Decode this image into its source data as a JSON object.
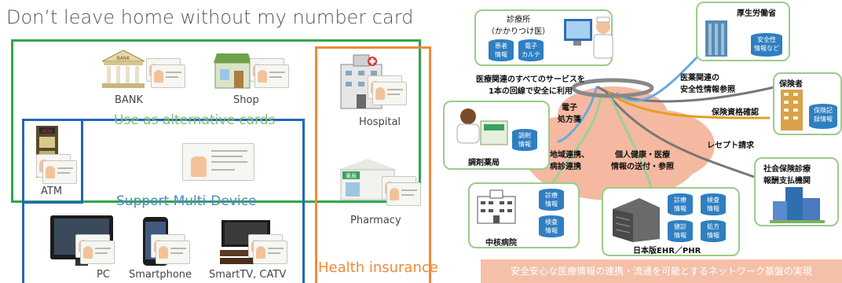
{
  "left_panel": {
    "title": "Don’t leave home without my number card",
    "places": {
      "bank": "BANK",
      "shop": "Shop",
      "hospital": "Hospital",
      "atm": "ATM",
      "pharmacy": "Pharmacy",
      "pc": "PC",
      "smartphone": "Smartphone",
      "smarttv": "SmartTV, CATV"
    },
    "groups": {
      "alternative_cards": "Use as alternative cards",
      "multi_device": "Support Multi-Device",
      "health_insurance": "Health insurance"
    },
    "small_text": {
      "bank_sign": "BANK",
      "atm_sign": "ATM",
      "pharmacy_sign": "薬局"
    },
    "colors": {
      "green": "#2fa84a",
      "blue": "#2467b8",
      "orange": "#ee8a3a"
    }
  },
  "right_panel": {
    "clinic": {
      "title": "診療所\n（かかりつけ医）",
      "db1": "患者\n情報",
      "db2": "電子\nカルテ"
    },
    "mhlw": {
      "title": "厚生労働省",
      "db": "安全性\n情報など"
    },
    "insurer": {
      "title": "保険者",
      "db": "保険記\n録情報"
    },
    "pharmacy": {
      "title": "調剤薬局",
      "db": "調剤\n情報"
    },
    "payment": {
      "title": "社会保険診療\n報酬支払機関"
    },
    "core_hospital": {
      "title": "中核病院",
      "db1": "診療\n情報",
      "db2": "検査\n情報"
    },
    "ehr": {
      "title": "日本版EHR／PHR",
      "db1": "診療\n情報",
      "db2": "検査\n情報",
      "db3": "健診\n情報",
      "db4": "処方\n情報"
    },
    "annotations": {
      "all_services": "医療関連のすべてのサービスを\n1本の回線で安全に利用",
      "safety_ref": "医薬関連の\n安全性情報参照",
      "insurance_check": "保険資格確認",
      "receipt": "レセプト請求",
      "prescription": "電子\n処方箋",
      "regional": "地域連携、\n病診連携",
      "personal_health": "個人健康・医療\n情報の送付・参照"
    },
    "banner": "安全安心な医療情報の連携・流通を可能とするネットワーク基盤の実現",
    "colors": {
      "cloud": "#f4b9a0",
      "db_blue": "#2f7fc1",
      "node_border": "#9ccc8a"
    }
  }
}
